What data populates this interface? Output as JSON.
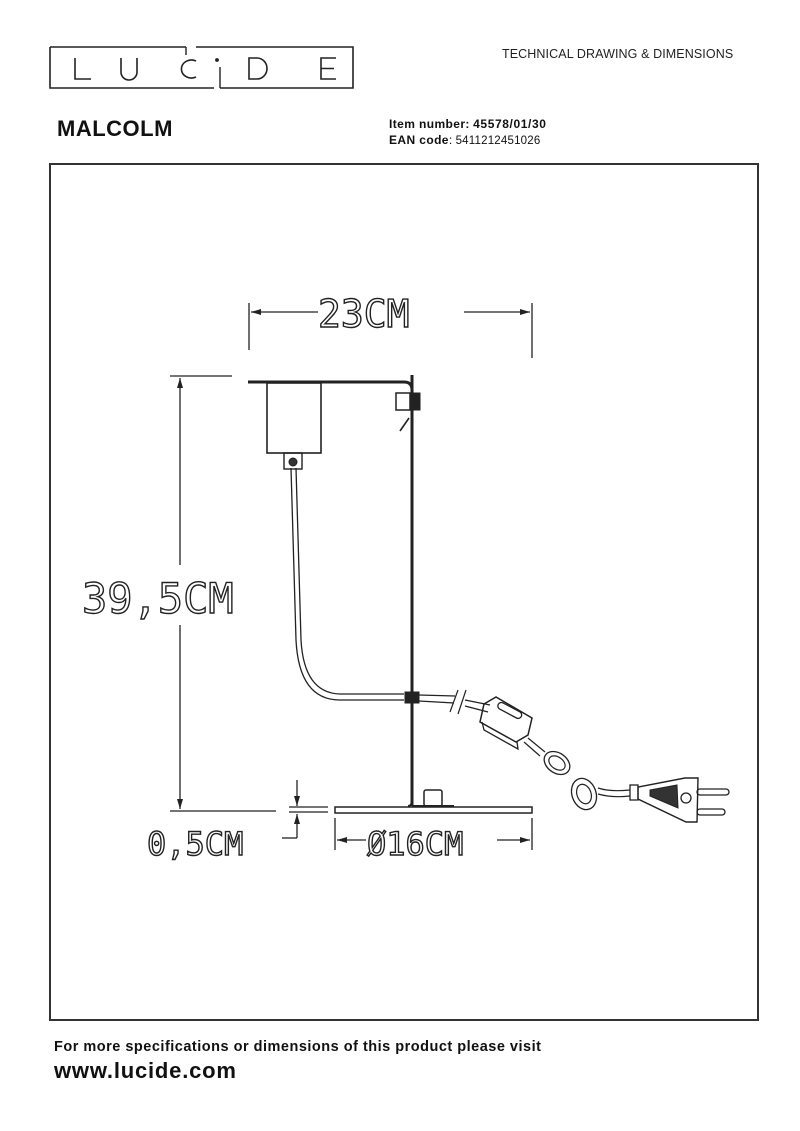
{
  "header": {
    "brand_logo_text": "LUCIDE",
    "logo_letters": [
      "L",
      "U",
      "C",
      "I",
      "D",
      "E"
    ],
    "document_type": "TECHNICAL DRAWING & DIMENSIONS"
  },
  "product": {
    "name": "MALCOLM",
    "item_number_label": "Item number:",
    "item_number": "45578/01/30",
    "ean_label": "EAN code",
    "ean_separator": ":",
    "ean_code": "5411212451026"
  },
  "drawing": {
    "dimensions": {
      "width": "23CM",
      "height": "39,5CM",
      "base_thickness": "0,5CM",
      "base_diameter": "Ø16CM"
    },
    "components": [
      "lamp-socket",
      "arm-bracket",
      "vertical-rod",
      "round-base",
      "power-cable",
      "inline-switch",
      "coiled-cable",
      "euro-plug"
    ]
  },
  "footer": {
    "note": "For more specifications or dimensions of this product please visit",
    "url": "www.lucide.com"
  }
}
